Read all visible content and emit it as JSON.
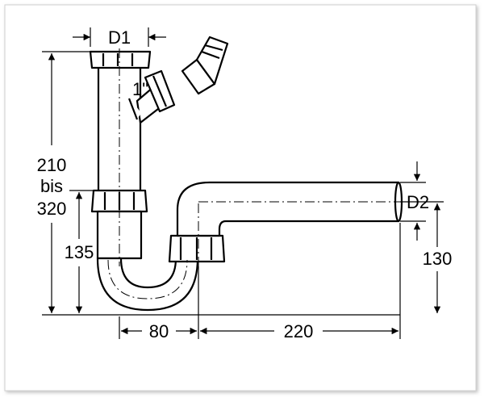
{
  "labels": {
    "d1": "D1",
    "d2": "D2",
    "inlet": "1\"",
    "height_top": "210",
    "height_mid": "bis",
    "height_bottom": "320",
    "height_135": "135",
    "height_130": "130",
    "width_80": "80",
    "width_220": "220"
  }
}
